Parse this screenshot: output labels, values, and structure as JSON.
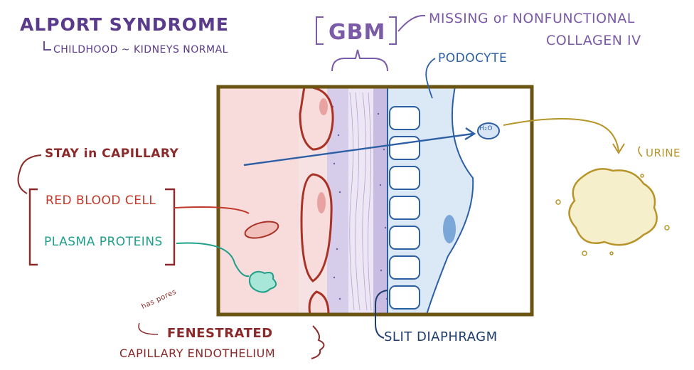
{
  "title": "ALPORT SYNDROME",
  "subtitle": "CHILDHOOD ~ KIDNEYS NORMAL",
  "gbm_label": "GBM",
  "missing_label": "MISSING or NONFUNCTIONAL",
  "collagen_label": "COLLAGEN IV",
  "podocyte_label": "PODOCYTE",
  "stay_label": "STAY in CAPILLARY",
  "rbc_label": "RED BLOOD CELL",
  "plasma_label": "PLASMA PROTEINS",
  "pores_label": "has pores",
  "fenestrated_label": "FENESTRATED",
  "capillary_label": "CAPILLARY ENDOTHELIUM",
  "slit_label": "SLIT DIAPHRAGM",
  "urine_label": "URINE",
  "water_label": "H₂O",
  "colors": {
    "title": "#5a3a8a",
    "gbm": "#7b5aa8",
    "podocyte": "#2d5fa5",
    "capillary": "#c0392b",
    "plasma": "#1f9e8a",
    "urine": "#b8952a",
    "frame": "#6b5412"
  }
}
